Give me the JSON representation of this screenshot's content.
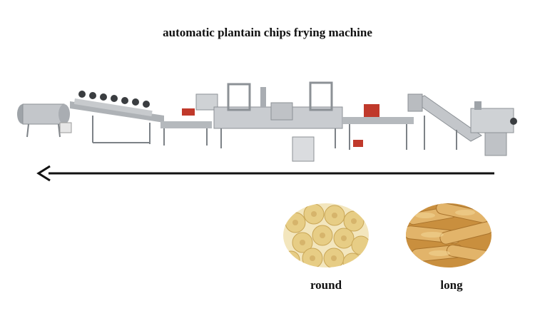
{
  "header": {
    "title": "automatic plantain chips frying machine"
  },
  "illustration": {
    "machine_icon": "production-line-photo",
    "flow_direction": "right-to-left",
    "arrow_color": "#111111",
    "steel_color": "#b9bcc0",
    "accent_color": "#c0392b"
  },
  "products": [
    {
      "label": "round",
      "icon": "round-plantain-chips-photo",
      "color": "#e9cf8a"
    },
    {
      "label": "long",
      "icon": "long-plantain-chips-photo",
      "color": "#d9a95a"
    }
  ]
}
